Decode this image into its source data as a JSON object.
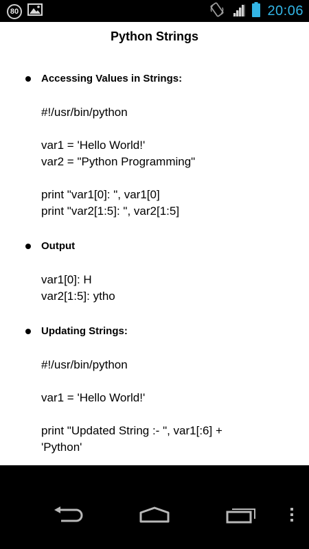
{
  "status_bar": {
    "notification_count": "80",
    "clock": "20:06"
  },
  "page": {
    "title": "Python Strings"
  },
  "sections": [
    {
      "heading": "Accessing Values in Strings:",
      "lines": [
        "#!/usr/bin/python",
        "",
        "var1 = 'Hello World!'",
        "var2 = \"Python Programming\"",
        "",
        "print \"var1[0]: \", var1[0]",
        "print \"var2[1:5]: \", var2[1:5]"
      ]
    },
    {
      "heading": "Output",
      "lines": [
        "var1[0]: H",
        "var2[1:5]: ytho"
      ]
    },
    {
      "heading": "Updating Strings:",
      "lines": [
        "#!/usr/bin/python",
        "",
        "var1 = 'Hello World!'",
        "",
        "print \"Updated String :- \", var1[:6] +",
        "'Python'"
      ]
    }
  ],
  "icons": {
    "notification": "notification-count-icon",
    "image": "image-icon",
    "rotate": "screen-rotation-icon",
    "signal": "signal-icon",
    "battery": "battery-icon",
    "back": "back-icon",
    "home": "home-icon",
    "recents": "recent-apps-icon",
    "menu": "overflow-menu-icon"
  },
  "colors": {
    "status_accent": "#33b5e5",
    "content_bg": "#ffffff",
    "chrome_bg": "#000000"
  }
}
